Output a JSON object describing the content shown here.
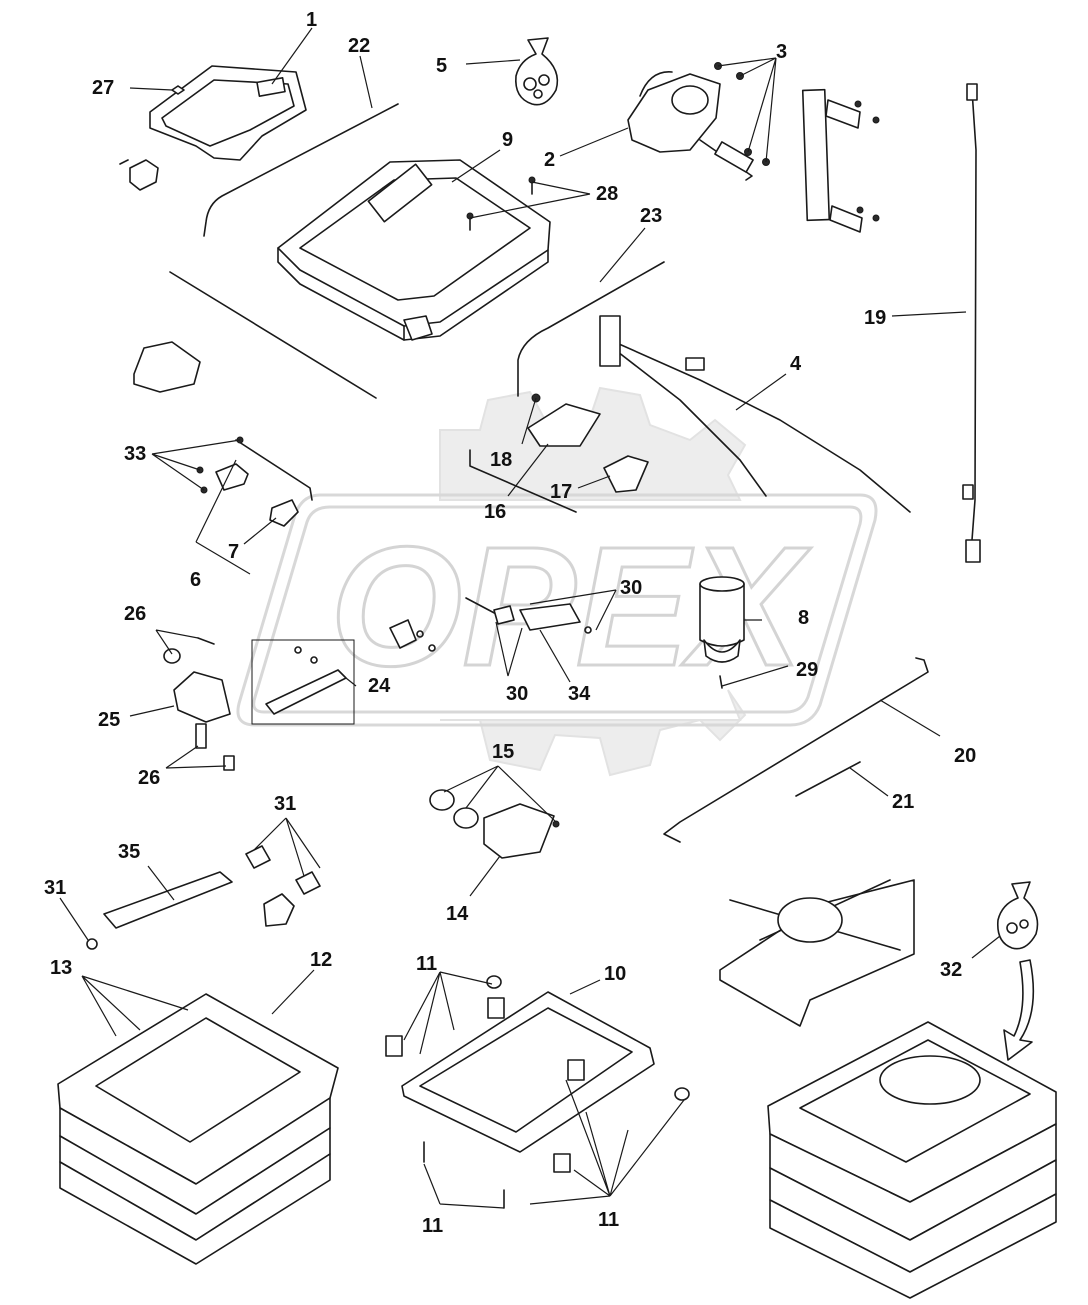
{
  "watermark": {
    "text": "OPEX"
  },
  "callouts": [
    "1",
    "2",
    "3",
    "4",
    "5",
    "6",
    "7",
    "8",
    "9",
    "10",
    "11",
    "11",
    "11",
    "12",
    "13",
    "14",
    "15",
    "16",
    "17",
    "18",
    "19",
    "20",
    "21",
    "22",
    "23",
    "24",
    "25",
    "26",
    "26",
    "27",
    "28",
    "29",
    "30",
    "30",
    "31",
    "31",
    "32",
    "33",
    "34",
    "35"
  ]
}
